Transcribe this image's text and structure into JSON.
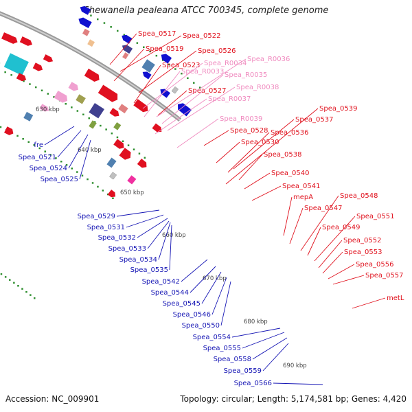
{
  "title": "Shewanella pealeana ATCC 700345, complete genome",
  "footer": {
    "accession": "Accession: NC_009901",
    "summary": "Topology: circular; Length: 5,174,581 bp; Genes: 4,420"
  },
  "colors": {
    "forward_label": "#e0101c",
    "reverse_label": "#1414b4",
    "rna_label": "#f08cc0",
    "backbone": "#9a9a9a",
    "tick": "#2f8f2f"
  },
  "kbp_ticks": [
    "630 kbp",
    "640 kbp",
    "650 kbp",
    "660 kbp",
    "670 kbp",
    "680 kbp",
    "690 kbp"
  ],
  "labels_forward": [
    "Spea_0517",
    "Spea_0522",
    "Spea_0519",
    "Spea_0526",
    "Spea_0523",
    "Spea_0527",
    "Spea_0528",
    "Spea_0530",
    "Spea_0536",
    "Spea_0538",
    "Spea_0537",
    "Spea_0539",
    "Spea_0540",
    "Spea_0541",
    "mepA",
    "Spea_0547",
    "Spea_0548",
    "Spea_0549",
    "Spea_0551",
    "Spea_0552",
    "Spea_0553",
    "Spea_0556",
    "Spea_0557",
    "metL"
  ],
  "labels_rna": [
    "Spea_R0034",
    "Spea_R0036",
    "Spea_R0033",
    "Spea_R0035",
    "Spea_R0038",
    "Spea_R0037",
    "Spea_R0039"
  ],
  "labels_reverse": [
    "fre",
    "Spea_0521",
    "Spea_0524",
    "Spea_0525",
    "Spea_0529",
    "Spea_0531",
    "Spea_0532",
    "Spea_0533",
    "Spea_0534",
    "Spea_0535",
    "Spea_0542",
    "Spea_0544",
    "Spea_0545",
    "Spea_0546",
    "Spea_0550",
    "Spea_0554",
    "Spea_0555",
    "Spea_0558",
    "Spea_0559",
    "Spea_0566"
  ]
}
